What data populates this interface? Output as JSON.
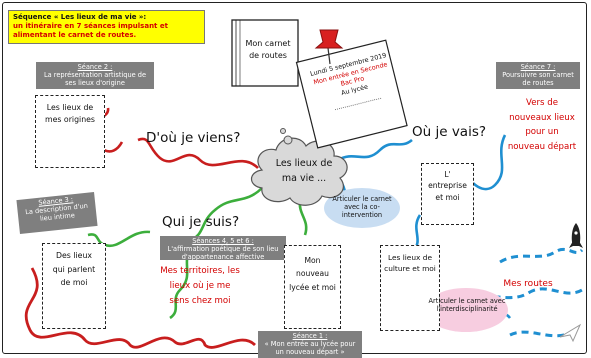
{
  "header": {
    "title": "Séquence « Les lieux de ma vie »:",
    "subtitle": "un itinéraire en 7 séances impulsant et alimentant le carnet de routes."
  },
  "center": {
    "label": "Les lieux de ma vie ..."
  },
  "notebook": {
    "label": "Mon carnet de routes"
  },
  "note_card": {
    "date": "Lundi 5 septembre 2019",
    "line1": "Mon entrée en Seconde Bac Pro",
    "line2": "Au lycée",
    "dots": "........................"
  },
  "questions": {
    "origin": "D'où je viens?",
    "who": "Qui je suis?",
    "where": "Où je vais?"
  },
  "seances": {
    "s2": {
      "title": "Séance 2 :",
      "text": "La représentation artistique de ses lieux d'origine"
    },
    "s3": {
      "title": "Séance 3 :",
      "text": "La description d'un lieu intime"
    },
    "s456": {
      "title": "Séances 4, 5 et 6 :",
      "text": "L'affirmation poétique de son lieu d'appartenance affective"
    },
    "s1": {
      "title": "Séance 1 :",
      "text": "« Mon entrée au lycée pour un nouveau départ »"
    },
    "s7": {
      "title": "Séance 7 :",
      "text": "Poursuivre son carnet de routes"
    }
  },
  "boxes": {
    "origines": "Les lieux de mes origines",
    "parlent": "Des lieux qui parlent de moi",
    "lycee": "Mon nouveau lycée et moi",
    "entreprise": "L' entreprise et moi",
    "culture": "Les lieux de culture et moi"
  },
  "red_texts": {
    "territoires": "Mes territoires, les lieux où je me sens chez moi",
    "nouveaux": "Vers de nouveaux lieux pour un nouveau départ",
    "routes": "Mes routes"
  },
  "notes": {
    "coint": "Articuler le carnet avec la co-intervention",
    "interdisc": "Articuler le carnet avec l'interdisciplinarité"
  },
  "icons": [
    "globe-icon",
    "house-icon",
    "graduation-cap-icon",
    "lightbulb-icon",
    "rocket-icon",
    "paper-plane-icon",
    "pushpin-icon",
    "painting-icon"
  ],
  "colors": {
    "header_bg": "#ffff00",
    "red": "#d30000",
    "grey_box": "#7f7f7f",
    "green_line": "#3cae3c",
    "blue_line": "#1f8fd1",
    "dark_red_line": "#c81e1e",
    "cloud_left": "#c8ddf2",
    "cloud_right": "#f7cde0"
  }
}
